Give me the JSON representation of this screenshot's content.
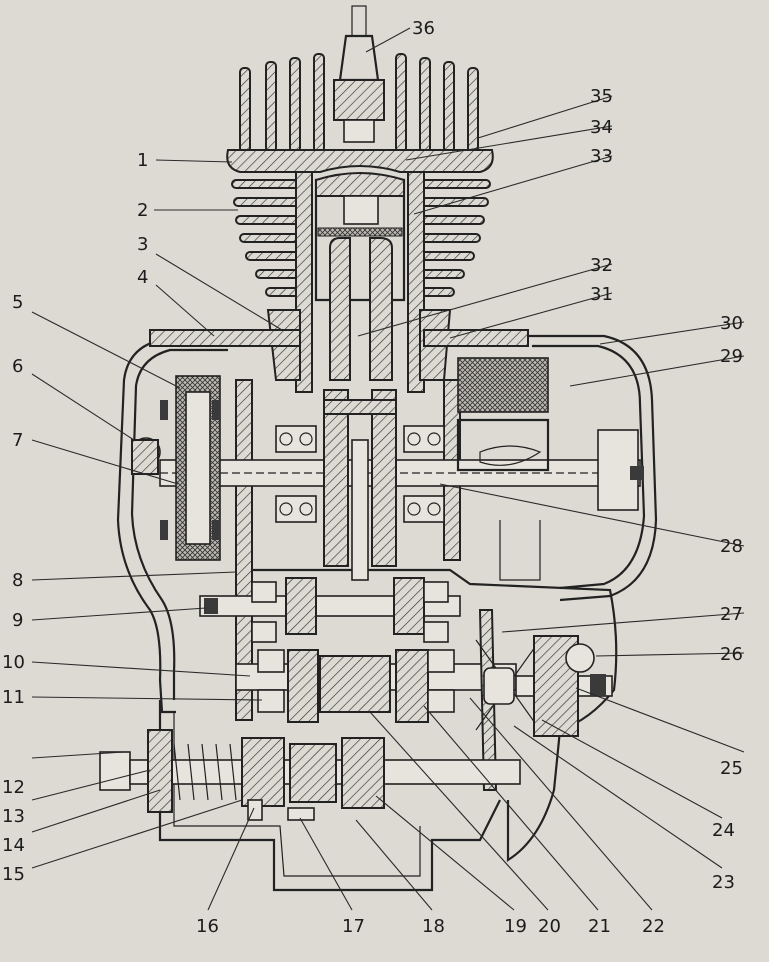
{
  "figure": {
    "labels": [
      {
        "text": "1"
      },
      {
        "text": "2"
      },
      {
        "text": "3"
      },
      {
        "text": "4"
      },
      {
        "text": "5"
      },
      {
        "text": "6"
      },
      {
        "text": "7"
      },
      {
        "text": "8"
      },
      {
        "text": "9"
      },
      {
        "text": "10"
      },
      {
        "text": "11"
      },
      {
        "text": "12"
      },
      {
        "text": "13"
      },
      {
        "text": "14"
      },
      {
        "text": "15"
      },
      {
        "text": "16"
      },
      {
        "text": "17"
      },
      {
        "text": "18"
      },
      {
        "text": "19"
      },
      {
        "text": "20"
      },
      {
        "text": "21"
      },
      {
        "text": "22"
      },
      {
        "text": "23"
      },
      {
        "text": "24"
      },
      {
        "text": "25"
      },
      {
        "text": "26"
      },
      {
        "text": "27"
      },
      {
        "text": "28"
      },
      {
        "text": "29"
      },
      {
        "text": "30"
      },
      {
        "text": "31"
      },
      {
        "text": "32"
      },
      {
        "text": "33"
      },
      {
        "text": "34"
      },
      {
        "text": "35"
      },
      {
        "text": "36"
      }
    ]
  },
  "colors": {
    "paper": "#dcdad3",
    "ink": "#222222"
  }
}
